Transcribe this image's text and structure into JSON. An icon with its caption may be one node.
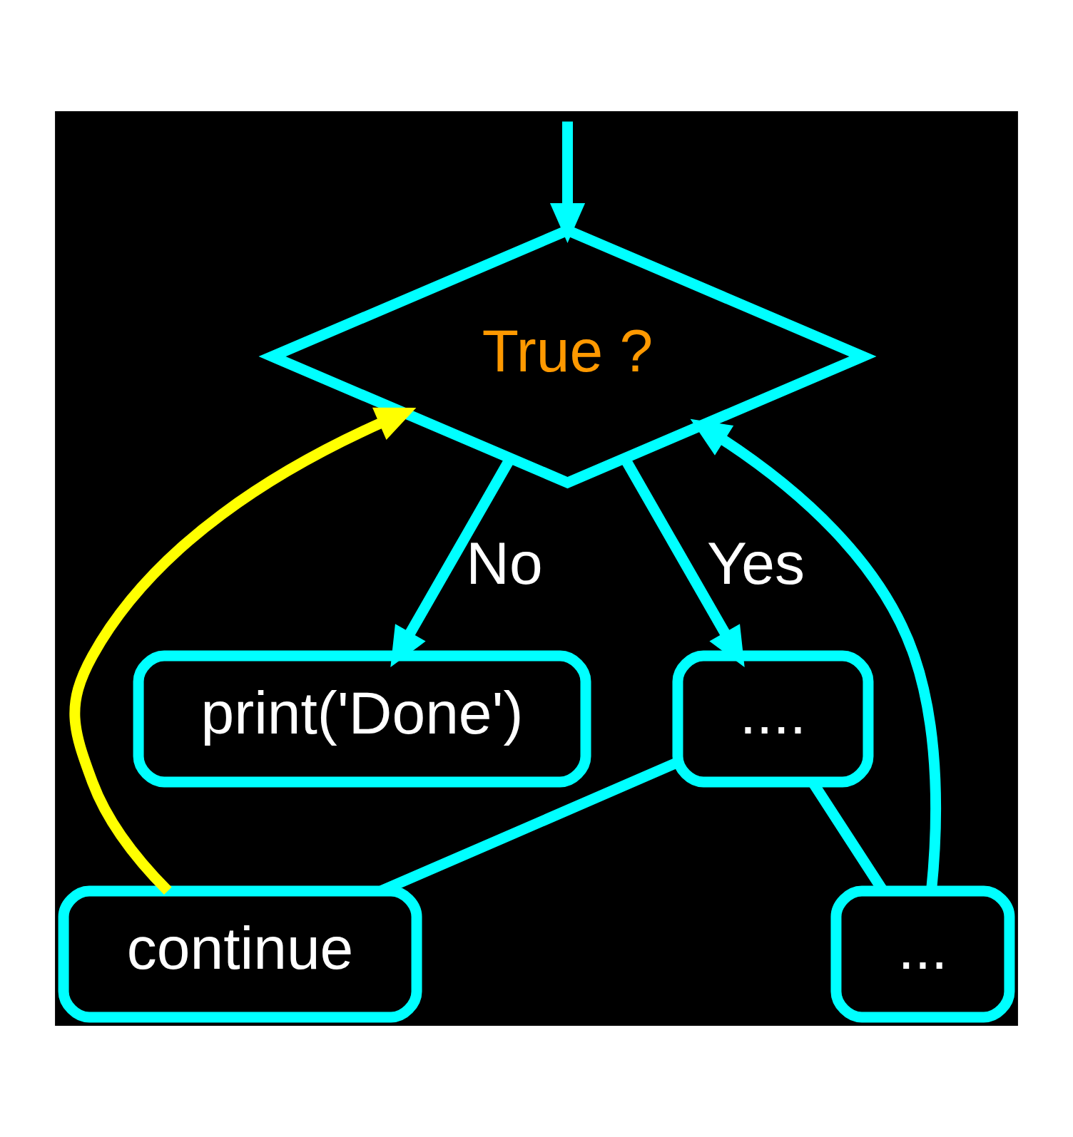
{
  "diagram": {
    "nodes": [
      {
        "text": [
          "True ?"
        ]
      },
      {
        "text": [
          "...."
        ]
      },
      {
        "text": [
          "continue"
        ]
      },
      {
        "text": [
          "..."
        ]
      },
      {
        "text": [
          "print('Done')"
        ]
      }
    ],
    "edges": [
      {
        "from": null,
        "to": 0,
        "arrow": "to"
      },
      {
        "from": 0,
        "to": 1,
        "arrow": "to",
        "label": "Yes"
      },
      {
        "from": 1,
        "to": 2,
        "arrow": "none"
      },
      {
        "from": 1,
        "to": 3,
        "arrow": "none"
      },
      {
        "from": 2,
        "to": 0,
        "arrow": "to",
        "color": "#ffff00"
      },
      {
        "from": 3,
        "to": 0,
        "arrow": "to"
      },
      {
        "from": 0,
        "to": 4,
        "arrow": "to",
        "label": "No"
      }
    ]
  }
}
